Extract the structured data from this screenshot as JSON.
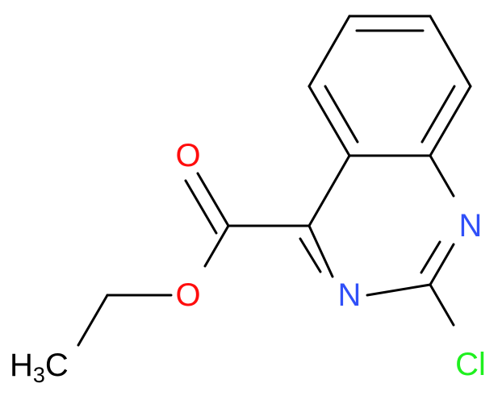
{
  "molecule": {
    "atoms": {
      "oxygen_carbonyl": "O",
      "oxygen_ester": "O",
      "nitrogen_1": "N",
      "nitrogen_3": "N",
      "chlorine": "Cl",
      "methyl_h": "H",
      "methyl_sub": "3",
      "methyl_c": "C"
    },
    "colors": {
      "bond": "#000000",
      "oxygen": "#ff0d0d",
      "nitrogen": "#3050f8",
      "chlorine": "#1ff01f",
      "carbon": "#000000"
    }
  }
}
